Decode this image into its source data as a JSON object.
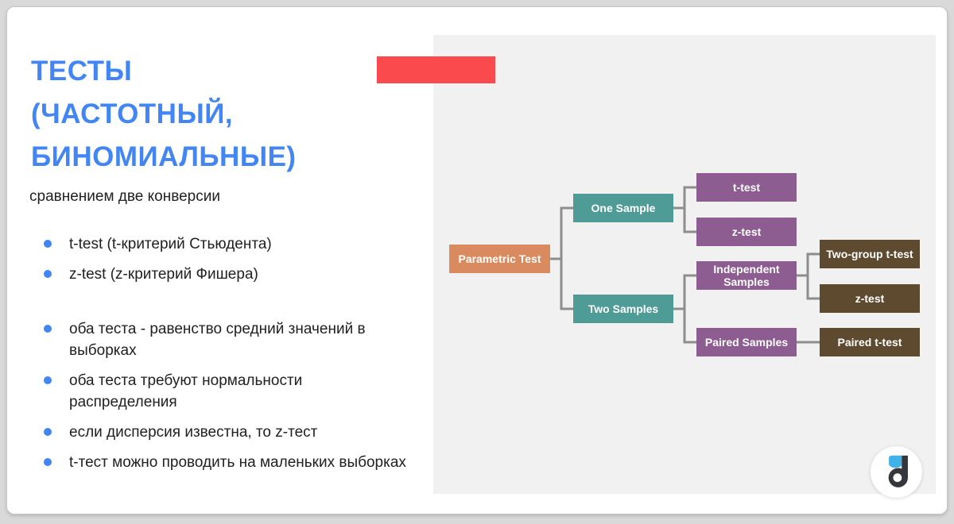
{
  "slide": {
    "title_lines": [
      "ТЕСТЫ",
      "(ЧАСТОТНЫЙ,",
      "БИНОМИАЛЬНЫЕ)"
    ],
    "subtitle": "сравнением две конверсии",
    "bullets": [
      "t-test (t-критерий Стьюдента)",
      "z-test (z-критерий Фишера)",
      "оба теста - равенство средний значений в выборках",
      "оба теста требуют нормальности распределения",
      "если дисперсия известна, то z-тест",
      "t-тест можно проводить на маленьких выборках"
    ]
  },
  "diagram": {
    "nodes": {
      "parametric": {
        "label": "Parametric Test",
        "color": "#d98b5f"
      },
      "one_sample": {
        "label": "One Sample",
        "color": "#4e9c95"
      },
      "two_samples": {
        "label": "Two Samples",
        "color": "#4e9c95"
      },
      "t_test_one": {
        "label": "t-test",
        "color": "#8d5c90"
      },
      "z_test_one": {
        "label": "z-test",
        "color": "#8d5c90"
      },
      "independent": {
        "label": "Independent\nSamples",
        "color": "#8d5c90"
      },
      "paired": {
        "label": "Paired Samples",
        "color": "#8d5c90"
      },
      "two_group": {
        "label": "Two-group t-test",
        "color": "#5e4a2e"
      },
      "z_test_two": {
        "label": "z-test",
        "color": "#5e4a2e"
      },
      "paired_t": {
        "label": "Paired t-test",
        "color": "#5e4a2e"
      }
    }
  },
  "colors": {
    "title_blue": "#4285f4",
    "body_text": "#212121",
    "accent_red": "#fb4a4e",
    "panel_gray": "#f1f1f1",
    "connector_gray": "#8d8d8d",
    "logo_dark": "#34383d",
    "logo_blue": "#3fb2ea"
  }
}
